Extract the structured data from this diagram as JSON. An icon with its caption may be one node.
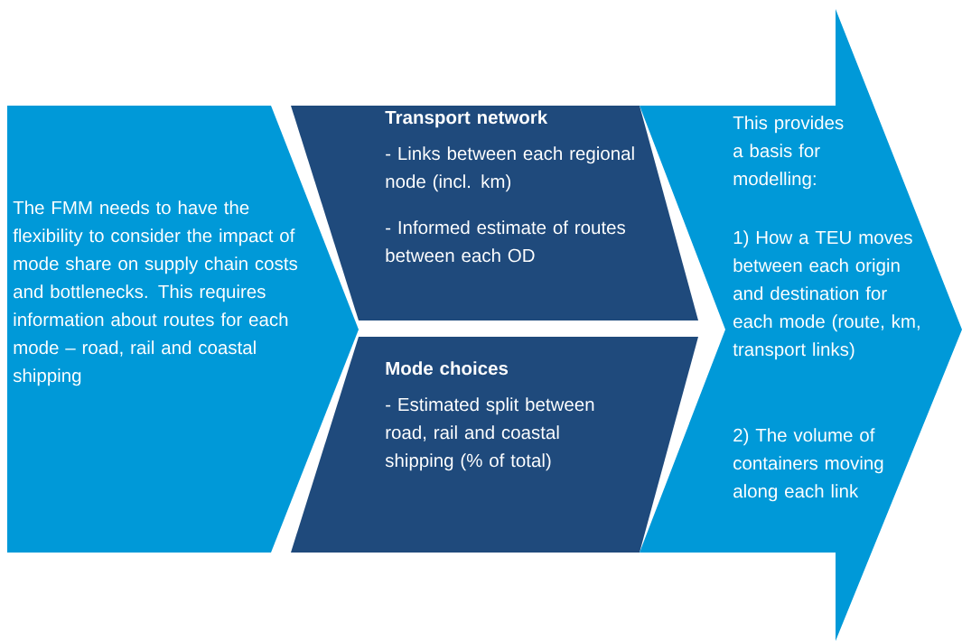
{
  "diagram": {
    "nodes": [
      {
        "text": [
          "The FMM needs to have the flexibility to consider the impact of mode share on supply chain costs and bottlenecks. This requires information about routes for each mode – road, rail and coastal shipping"
        ]
      },
      {
        "text": [
          "Transport network",
          "- Links between each regional node (incl. km)",
          "- Informed estimate of routes between each OD"
        ]
      },
      {
        "text": [
          "Mode choices",
          "- Estimated split between road, rail and coastal shipping (% of total)"
        ]
      },
      {
        "text": [
          "This provides a basis for modelling:",
          "1) How a TEU moves between each origin and destination for each mode (route, km, transport links)",
          "2) The volume of containers moving along each link"
        ]
      }
    ]
  }
}
